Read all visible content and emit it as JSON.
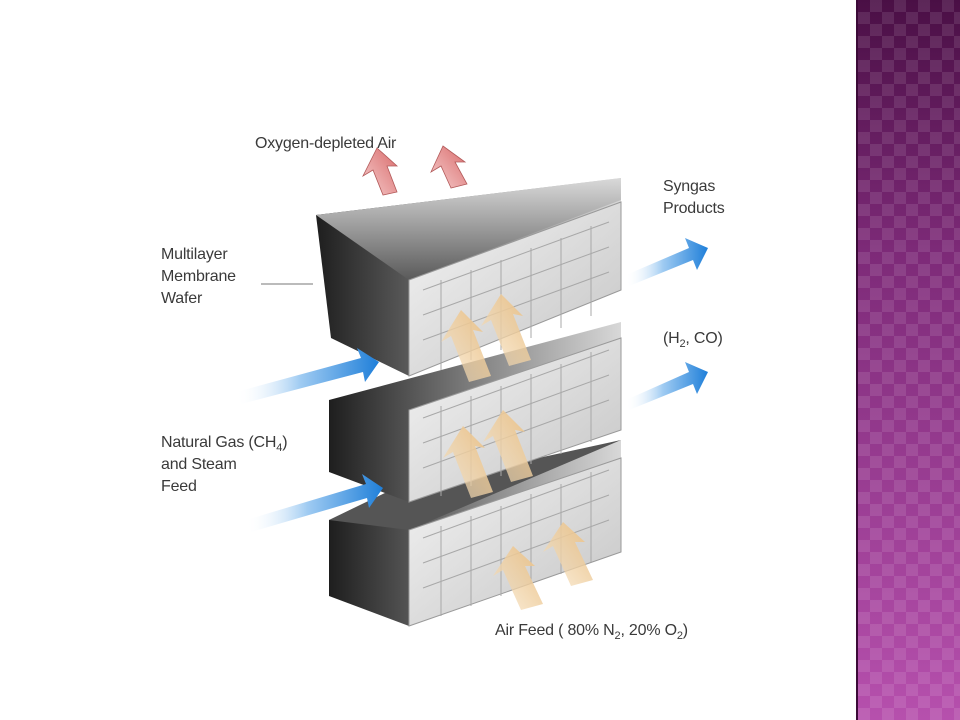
{
  "colors": {
    "side_panel": "#b04fa8",
    "feed_arrow": "#2f8fe0",
    "air_arrow": "#f2d2a4",
    "depleted_arrow": "#e89a9a",
    "label_text": "#3a3a3a"
  },
  "labels": {
    "oxygen_depleted_air": "Oxygen-depleted Air",
    "syngas_line1": "Syngas",
    "syngas_line2": "Products",
    "wafer_line1": "Multilayer",
    "wafer_line2": "Membrane",
    "wafer_line3": "Wafer",
    "h2co_a": "(H",
    "h2co_sub": "2",
    "h2co_b": ", CO)",
    "gas_line1_a": "Natural Gas (CH",
    "gas_line1_sub": "4",
    "gas_line1_b": ")",
    "gas_line2": "and Steam",
    "gas_line3": "Feed",
    "air_a": "Air Feed ( 80% N",
    "air_sub1": "2",
    "air_b": ", 20% O",
    "air_sub2": "2",
    "air_c": ")"
  }
}
